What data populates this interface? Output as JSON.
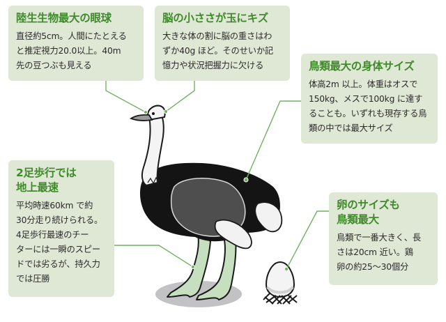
{
  "diagram": {
    "subject": "ostrich",
    "colors": {
      "box_bg": "#dfe7d5",
      "title": "#3f8a2b",
      "body_text": "#2b2b2b",
      "leader_line": "#6fb35f",
      "leg_fill": "#c6e0bf",
      "shadow": "#c2c2c4",
      "plumage": "#141414",
      "wing": "#4e4e4e"
    },
    "callouts": [
      {
        "id": "eyeball",
        "title": "陸生生物最大の眼球",
        "lines": [
          "直径約5cm。人間にたとえる",
          "と推定視力20.0以上。40m",
          "先の豆つぶも見える"
        ],
        "target": "eye"
      },
      {
        "id": "brain",
        "title": "脳の小ささが玉にキズ",
        "lines": [
          "大きな体の割に脳の重さはわ",
          "ずか40g ほど。そのせいか記",
          "憶力や状況把握力に欠ける"
        ],
        "target": "head"
      },
      {
        "id": "body-size",
        "title": "鳥類最大の身体サイズ",
        "lines": [
          "体高2m 以上。体重はオスで",
          "150kg、メスで100kg に達す",
          "ることも。いずれも現存する鳥",
          "類の中では最大サイズ"
        ],
        "target": "body"
      },
      {
        "id": "running",
        "title": "2足歩行では\n地上最速",
        "lines": [
          "平均時速60km で約",
          "30分走り続けられる。",
          "4足歩行最速のチー",
          "ターには一瞬のスピー",
          "ドでは劣るが、持久力",
          "では圧勝"
        ],
        "target": "leg"
      },
      {
        "id": "egg",
        "title": "卵のサイズも\n鳥類最大",
        "lines": [
          "鳥類で一番大きく、長",
          "さは20cm 近い。鶏",
          "卵の約25～30個分"
        ],
        "target": "egg"
      }
    ]
  }
}
